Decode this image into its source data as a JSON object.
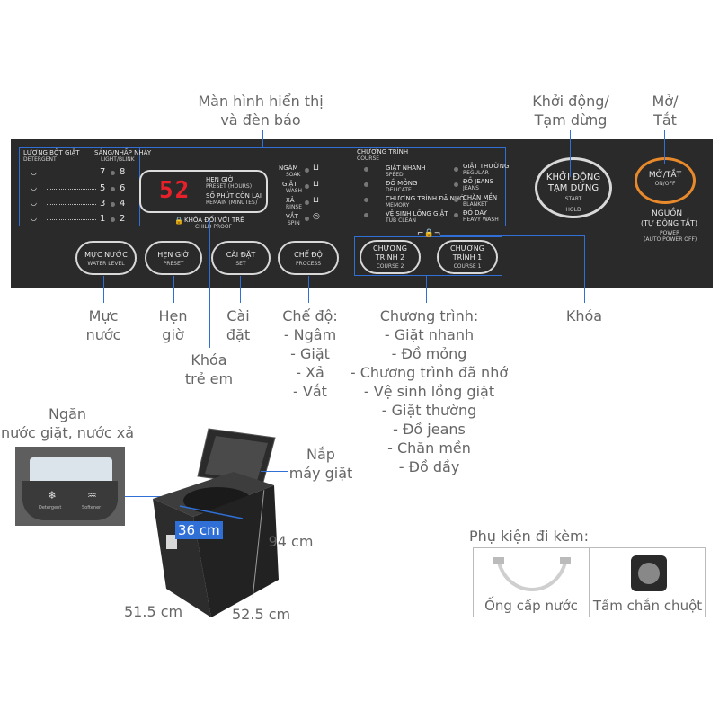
{
  "callouts": {
    "display": [
      "Màn hình hiển thị",
      "và đèn báo"
    ],
    "start": [
      "Khởi động/",
      "Tạm dừng"
    ],
    "power": [
      "Mở/",
      "Tắt"
    ],
    "water_level": [
      "Mực",
      "nước"
    ],
    "preset": [
      "Hẹn",
      "giờ"
    ],
    "set": [
      "Cài",
      "đặt"
    ],
    "process": [
      "Chế độ:",
      "- Ngâm",
      "- Giặt",
      "- Xả",
      "- Vắt"
    ],
    "course": [
      "Chương trình:",
      "- Giặt nhanh",
      "- Đồ mỏng",
      "- Chương trình đã nhớ",
      "- Vệ sinh lồng giặt",
      "- Giặt thường",
      "- Đồ jeans",
      "- Chăn mền",
      "- Đồ dầy"
    ],
    "lock": "Khóa",
    "child_lock": [
      "Khóa",
      "trẻ em"
    ],
    "drawer": [
      "Ngăn",
      "nước giặt, nước xả"
    ],
    "lid": [
      "Nắp",
      "máy giặt"
    ]
  },
  "panel": {
    "detergent": {
      "title": "LƯỢNG BỘT GIẶT",
      "sub": "DETERGENT"
    },
    "light": {
      "title": "SÁNG/NHẤP NHÁY",
      "sub": "LIGHT/BLINK"
    },
    "levels": [
      {
        "a": "7",
        "b": "8"
      },
      {
        "a": "5",
        "b": "6"
      },
      {
        "a": "3",
        "b": "4"
      },
      {
        "a": "1",
        "b": "2"
      }
    ],
    "display_value": "52",
    "preset_label": "HẸN GIỜ",
    "preset_sub": "PRESET (HOURS)",
    "remain_label": "SỐ PHÚT CÒN LẠI",
    "remain_sub": "REMAIN (MINUTES)",
    "child_proof": "KHÓA ĐỐI VỚI TRẺ",
    "child_proof_sub": "CHILD PROOF",
    "process_steps": [
      {
        "vi": "NGÂM",
        "en": "SOAK"
      },
      {
        "vi": "GIẶT",
        "en": "WASH"
      },
      {
        "vi": "XẢ",
        "en": "RINSE"
      },
      {
        "vi": "VẮT",
        "en": "SPIN"
      }
    ],
    "course_title": "CHƯƠNG TRÌNH",
    "course_sub": "COURSE",
    "courses_left": [
      {
        "vi": "GIẶT NHANH",
        "en": "SPEED"
      },
      {
        "vi": "ĐỒ MỎNG",
        "en": "DELICATE"
      },
      {
        "vi": "CHƯƠNG TRÌNH ĐÃ NHỚ",
        "en": "MEMORY"
      },
      {
        "vi": "VỆ SINH LỒNG GIẶT",
        "en": "TUB CLEAN"
      }
    ],
    "courses_right": [
      {
        "vi": "GIẶT THƯỜNG",
        "en": "REGULAR"
      },
      {
        "vi": "ĐỒ JEANS",
        "en": "JEANS"
      },
      {
        "vi": "CHĂN MỀN",
        "en": "BLANKET"
      },
      {
        "vi": "ĐỒ DÀY",
        "en": "HEAVY WASH"
      }
    ],
    "buttons": {
      "water": {
        "vi": "MỰC NƯỚC",
        "en": "WATER LEVEL"
      },
      "preset": {
        "vi": "HẸN GIỜ",
        "en": "PRESET"
      },
      "set": {
        "vi": "CÀI ĐẶT",
        "en": "SET"
      },
      "process": {
        "vi": "CHẾ ĐỘ",
        "en": "PROCESS"
      },
      "course2": {
        "vi1": "CHƯƠNG",
        "vi2": "TRÌNH 2",
        "en": "COURSE 2"
      },
      "course1": {
        "vi1": "CHƯƠNG",
        "vi2": "TRÌNH 1",
        "en": "COURSE 1"
      },
      "start": {
        "vi1": "KHỞI ĐỘNG",
        "vi2": "TẠM DỪNG",
        "en1": "START",
        "en2": "HOLD"
      },
      "power": {
        "vi": "MỞ/TẮT",
        "en": "ON/OFF"
      }
    },
    "power_note": {
      "vi": "NGUỒN",
      "vi2": "(TỰ ĐỘNG TẮT)",
      "en": "POWER",
      "en2": "(AUTO POWER OFF)"
    }
  },
  "drawer_labels": {
    "left": "Detergent",
    "right": "Softener"
  },
  "dimensions": {
    "depth": "36 cm",
    "height": "94 cm",
    "width1": "51.5 cm",
    "width2": "52.5 cm"
  },
  "accessories": {
    "title": "Phụ kiện đi kèm:",
    "items": [
      "Ống cấp nước",
      "Tấm chắn chuột"
    ]
  },
  "colors": {
    "panel": "#2a2a2a",
    "callout_line": "#2f6fd6",
    "power_ring": "#e8892b"
  }
}
